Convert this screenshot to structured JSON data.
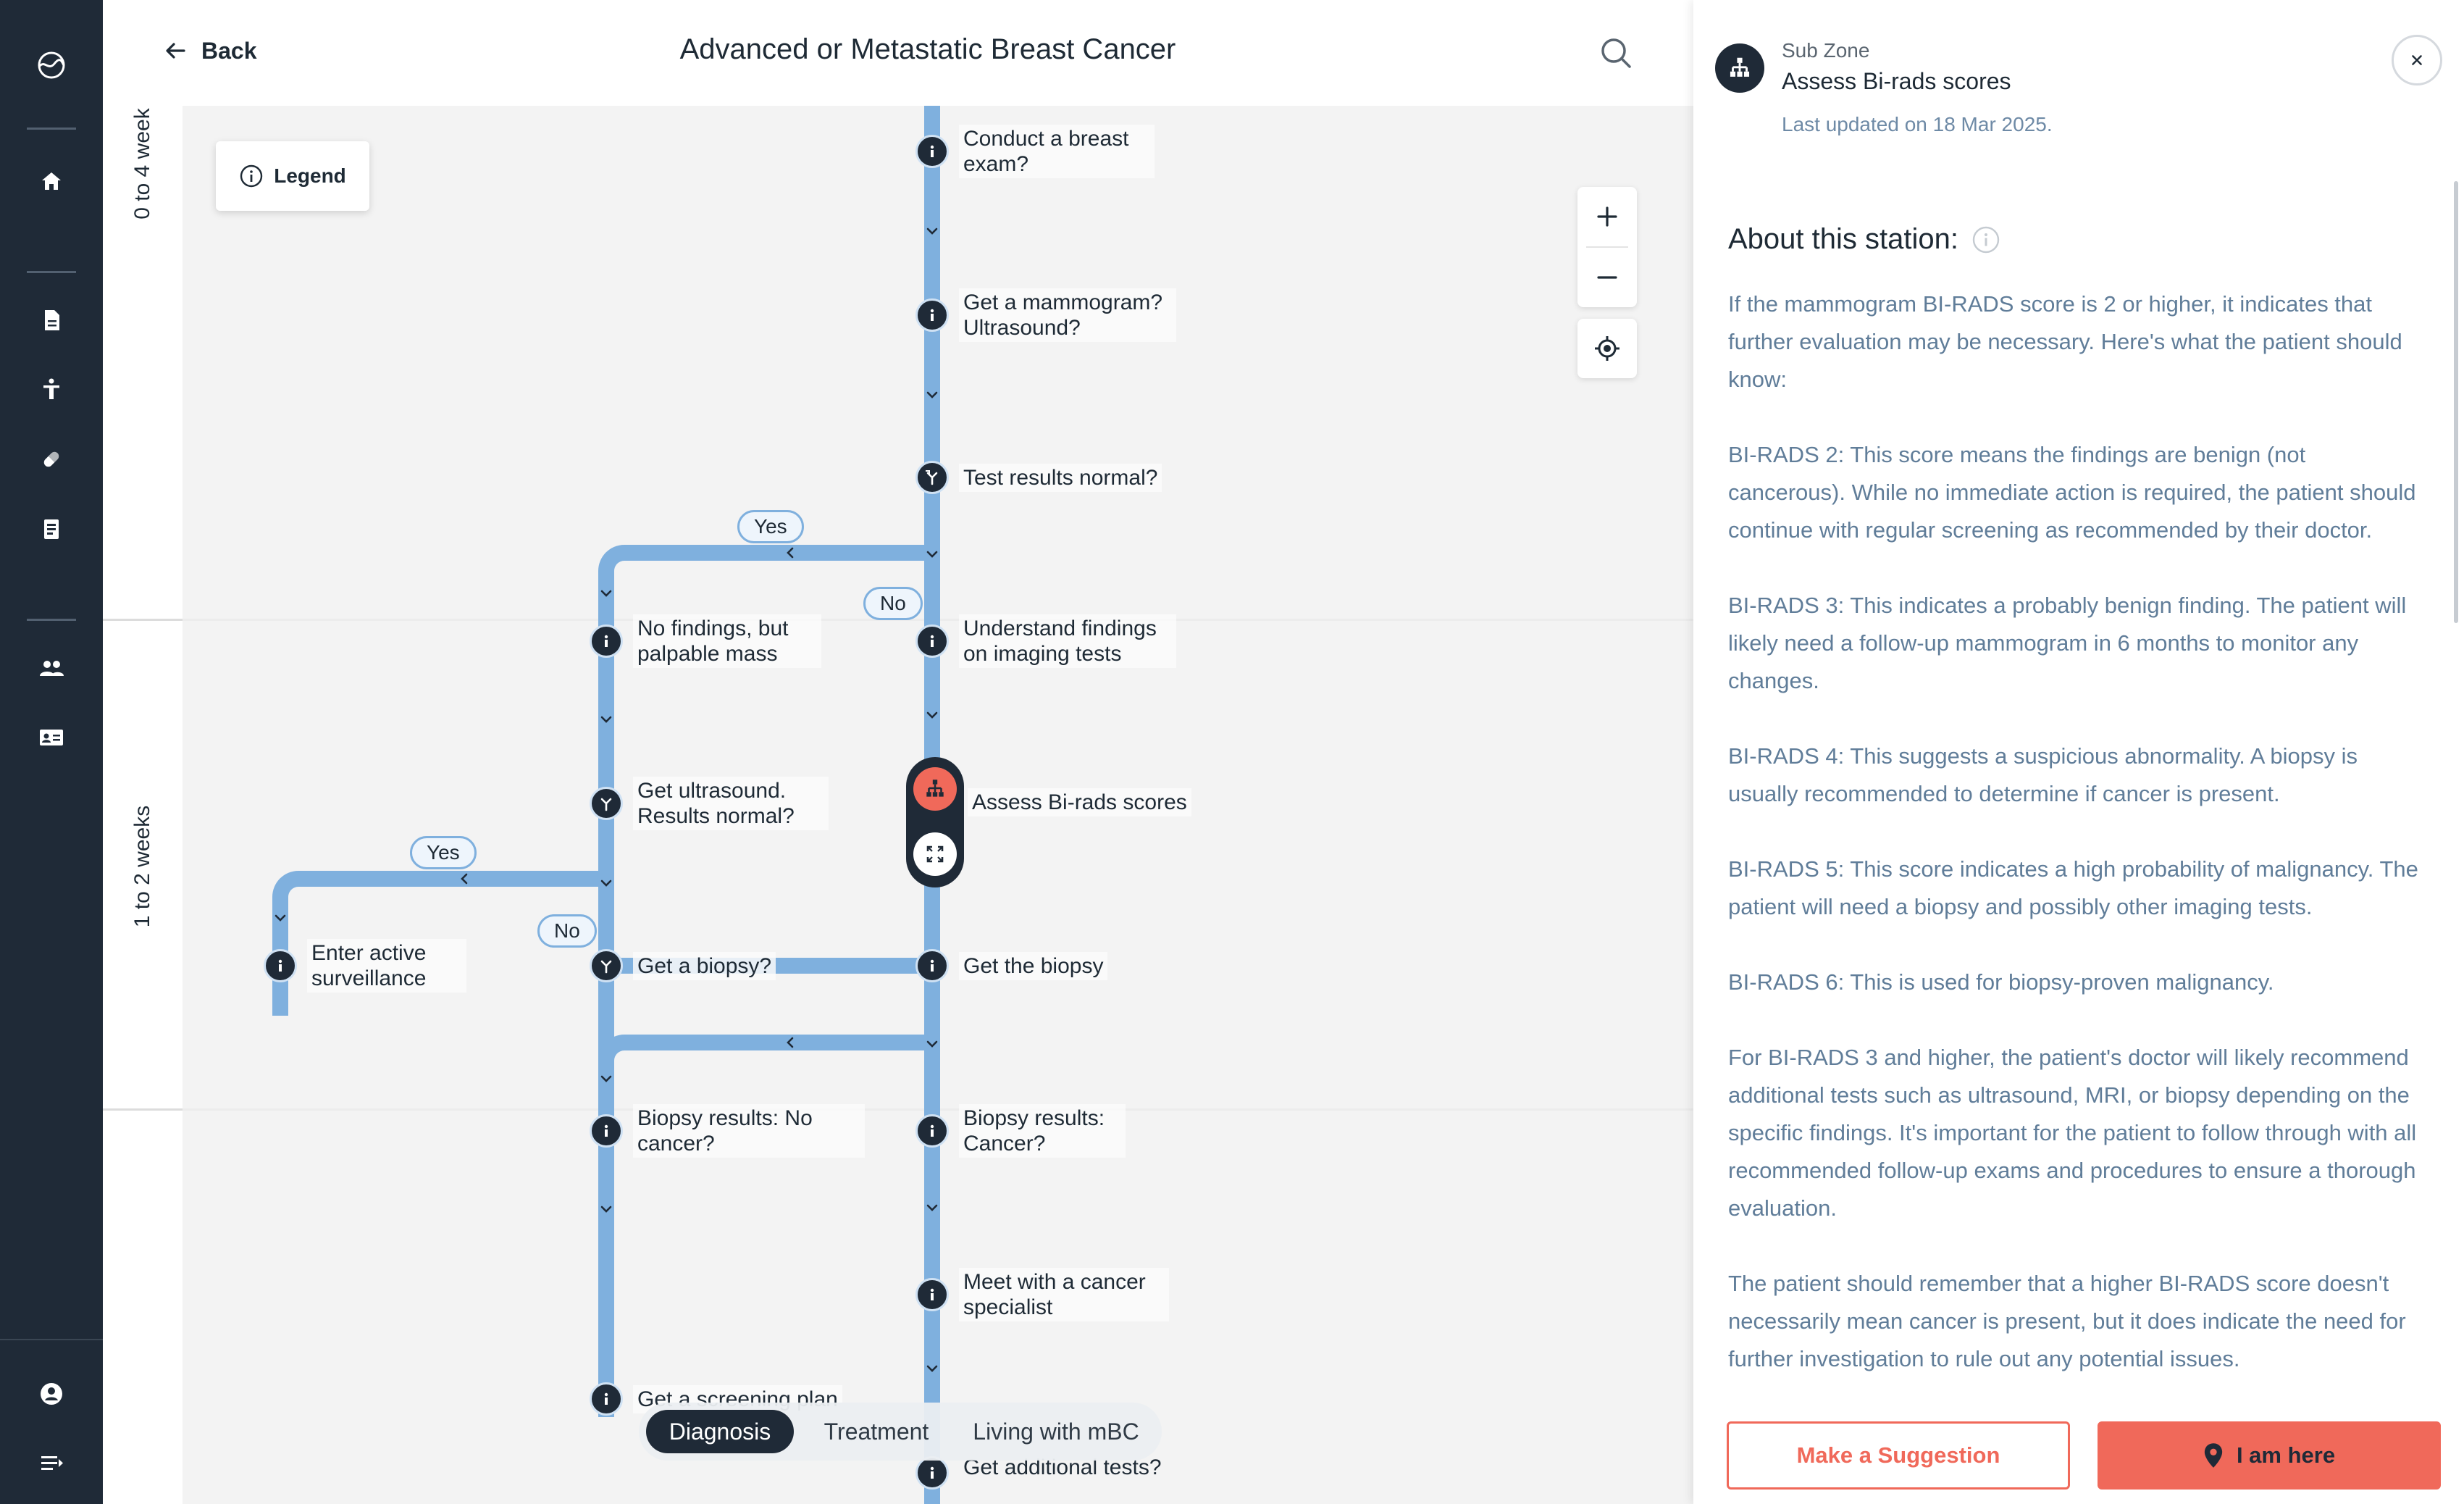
{
  "nav": {
    "items": [
      {
        "name": "logo-icon"
      },
      {
        "name": "home-icon"
      },
      {
        "name": "document-icon"
      },
      {
        "name": "accessibility-icon"
      },
      {
        "name": "pill-icon"
      },
      {
        "name": "clipboard-icon"
      },
      {
        "name": "group-icon"
      },
      {
        "name": "contact-card-icon"
      },
      {
        "name": "account-icon"
      },
      {
        "name": "menu-icon"
      }
    ]
  },
  "header": {
    "back_label": "Back",
    "title": "Advanced or Metastatic Breast Cancer"
  },
  "map": {
    "legend_label": "Legend",
    "bands": [
      {
        "label": "0 to 4 week"
      },
      {
        "label": "1 to 2 weeks"
      }
    ],
    "pills": {
      "yes_1": "Yes",
      "no_1": "No",
      "yes_2": "Yes",
      "no_2": "No"
    },
    "stations": {
      "s1": "Conduct a breast exam?",
      "s2": "Get a mammogram? Ultrasound?",
      "s3": "Test results normal?",
      "s4": "No findings, but palpable mass",
      "s5": "Understand findings on imaging tests",
      "s6": "Get ultrasound. Results normal?",
      "s7": "Assess Bi-rads scores",
      "s8": "Enter active surveillance",
      "s9": "Get a biopsy?",
      "s10": "Get the biopsy",
      "s11": "Biopsy results: No cancer?",
      "s12": "Biopsy results: Cancer?",
      "s13": "Get a screening plan",
      "s14": "Meet with a cancer specialist",
      "s15": "Get additional tests?"
    },
    "phases": [
      "Diagnosis",
      "Treatment",
      "Living with mBC"
    ],
    "active_phase": "Diagnosis",
    "colors": {
      "track": "#7fb0de",
      "node": "#1f2a37",
      "accent": "#f0695a"
    }
  },
  "panel": {
    "zone_type": "Sub Zone",
    "zone_name": "Assess Bi-rads scores",
    "last_updated": "Last updated on 18 Mar 2025.",
    "about_title": "About this station:",
    "paragraphs": [
      "If the mammogram BI-RADS score is 2 or higher, it indicates that further evaluation may be necessary. Here's what the patient should know:",
      "BI-RADS 2: This score means the findings are benign (not cancerous). While no immediate action is required, the patient should continue with regular screening as recommended by their doctor.",
      "BI-RADS 3: This indicates a probably benign finding. The patient will likely need a follow-up mammogram in 6 months to monitor any changes.",
      "BI-RADS 4: This suggests a suspicious abnormality. A biopsy is usually recommended to determine if cancer is present.",
      "BI-RADS 5: This score indicates a high probability of malignancy. The patient will need a biopsy and possibly other imaging tests.",
      "BI-RADS 6: This is used for biopsy-proven malignancy.",
      "For BI-RADS 3 and higher, the patient's doctor will likely recommend additional tests such as ultrasound, MRI, or biopsy depending on the specific findings. It's important for the patient to follow through with all recommended follow-up exams and procedures to ensure a thorough evaluation.",
      "The patient should remember that a higher BI-RADS score doesn't necessarily mean cancer is present, but it does indicate the need for further investigation to rule out any potential issues."
    ],
    "suggest_label": "Make a Suggestion",
    "here_label": "I am here"
  }
}
